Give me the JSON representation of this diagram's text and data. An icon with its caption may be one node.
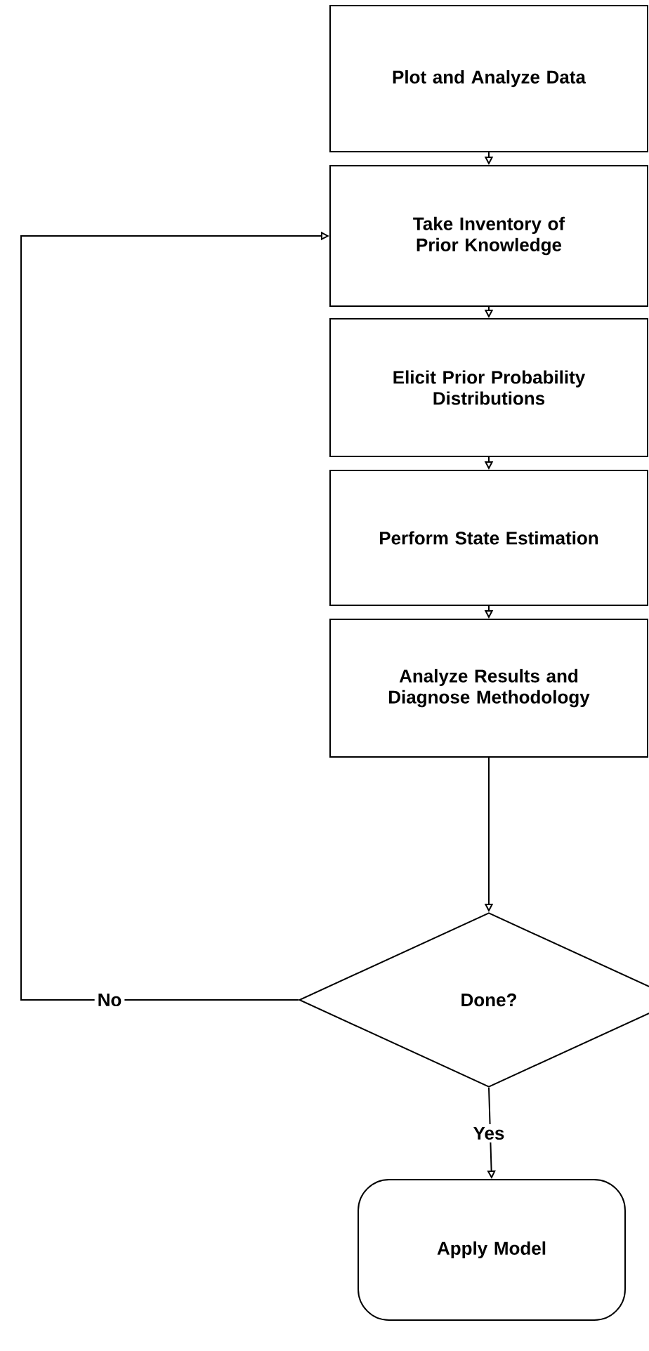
{
  "diagram": {
    "nodes": [
      {
        "text": [
          "Plot and Analyze Data"
        ]
      },
      {
        "text": [
          "Take Inventory of Prior Knowledge"
        ]
      },
      {
        "text": [
          "Elicit Prior Probability Distributions"
        ]
      },
      {
        "text": [
          "Perform State Estimation"
        ]
      },
      {
        "text": [
          "Analyze Results and Diagnose Methodology"
        ]
      },
      {
        "text": [
          "Done?"
        ]
      },
      {
        "text": [
          "Apply Model"
        ]
      }
    ],
    "edges": [
      {
        "from": 0,
        "to": 1,
        "arrow": "to"
      },
      {
        "from": 1,
        "to": 2,
        "arrow": "to"
      },
      {
        "from": 2,
        "to": 3,
        "arrow": "to"
      },
      {
        "from": 3,
        "to": 4,
        "arrow": "to"
      },
      {
        "from": 4,
        "to": 5,
        "arrow": "to"
      },
      {
        "from": 5,
        "to": 1,
        "arrow": "to",
        "label": "No"
      },
      {
        "from": 5,
        "to": 6,
        "arrow": "to",
        "label": "Yes"
      }
    ]
  }
}
